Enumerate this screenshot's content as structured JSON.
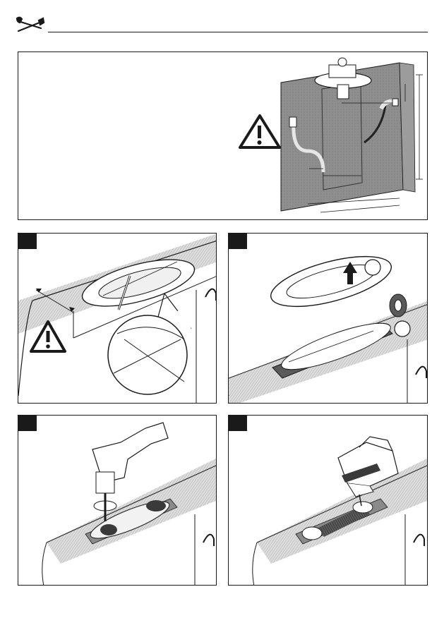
{
  "header": {
    "icon": "tools-icon"
  },
  "overview": {
    "icon": "warning-icon",
    "dimension_labels": [
      "",
      "",
      "",
      "",
      "",
      ""
    ]
  },
  "steps": [
    {
      "id": 1,
      "icons": [
        "warning-icon",
        "pencil-icon",
        "magnifier-icon"
      ]
    },
    {
      "id": 2,
      "icons": [
        "arrow-up-icon",
        "tape-roll-icon"
      ]
    },
    {
      "id": 3,
      "icons": [
        "drill-icon",
        "hole-saw-icon"
      ]
    },
    {
      "id": 4,
      "icons": [
        "jigsaw-icon"
      ]
    }
  ],
  "colors": {
    "line": "#1a1a1a",
    "counter_fill": "#d4d4d4",
    "hatch": "#9a9a9a",
    "wall": "#8c8c8c",
    "tape": "#5a5a5a"
  }
}
